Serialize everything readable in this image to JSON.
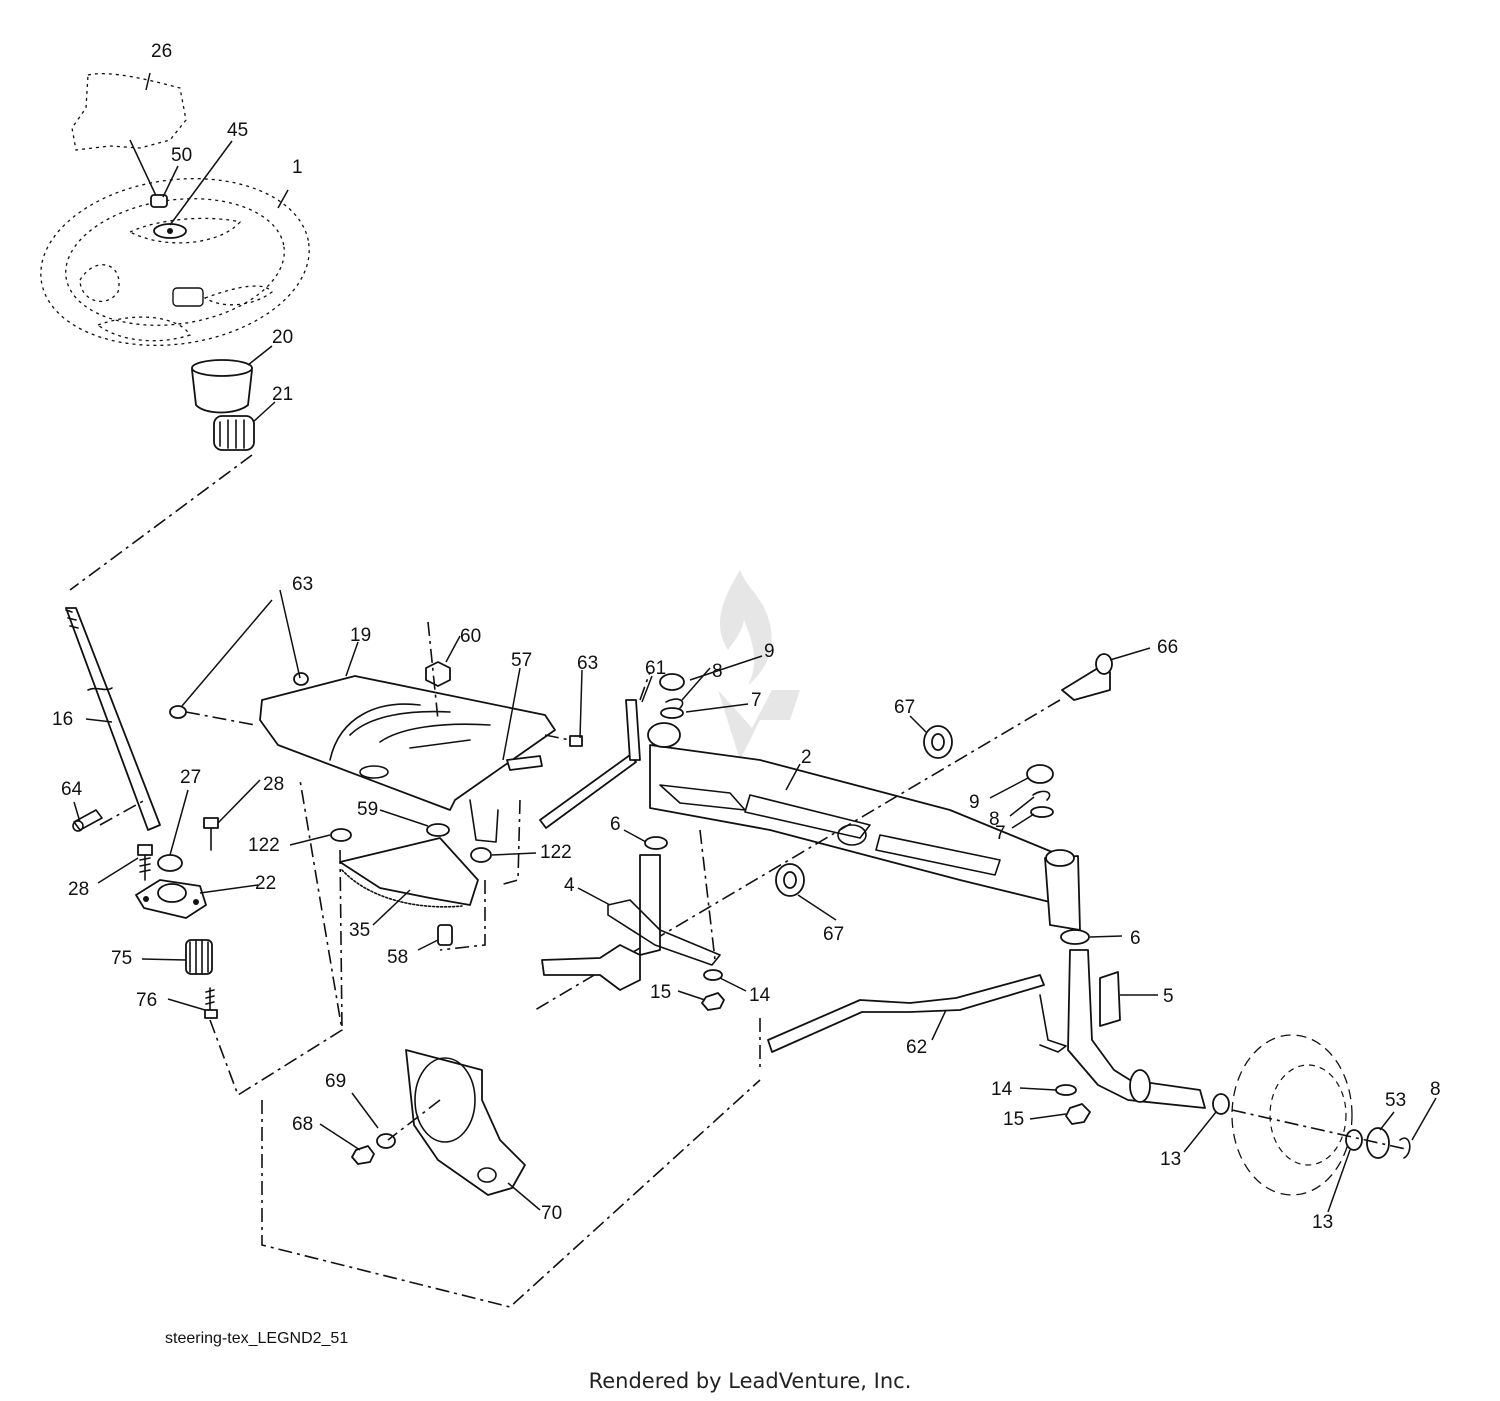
{
  "diagram": {
    "drawing_id": "steering-tex_LEGND2_51",
    "credit": "Rendered by LeadVenture, Inc.",
    "watermark_icon": "leadventure-flame-logo",
    "callouts": [
      {
        "id": "c26",
        "label": "26"
      },
      {
        "id": "c45",
        "label": "45"
      },
      {
        "id": "c50",
        "label": "50"
      },
      {
        "id": "c1",
        "label": "1"
      },
      {
        "id": "c20",
        "label": "20"
      },
      {
        "id": "c21",
        "label": "21"
      },
      {
        "id": "c63a",
        "label": "63"
      },
      {
        "id": "c19",
        "label": "19"
      },
      {
        "id": "c60",
        "label": "60"
      },
      {
        "id": "c57",
        "label": "57"
      },
      {
        "id": "c63b",
        "label": "63"
      },
      {
        "id": "c61",
        "label": "61"
      },
      {
        "id": "c9a",
        "label": "9"
      },
      {
        "id": "c66",
        "label": "66"
      },
      {
        "id": "c8a",
        "label": "8"
      },
      {
        "id": "c7a",
        "label": "7"
      },
      {
        "id": "c67a",
        "label": "67"
      },
      {
        "id": "c16",
        "label": "16"
      },
      {
        "id": "c2",
        "label": "2"
      },
      {
        "id": "c64",
        "label": "64"
      },
      {
        "id": "c27",
        "label": "27"
      },
      {
        "id": "c28a",
        "label": "28"
      },
      {
        "id": "c59",
        "label": "59"
      },
      {
        "id": "c9b",
        "label": "9"
      },
      {
        "id": "c8b",
        "label": "8"
      },
      {
        "id": "c7b",
        "label": "7"
      },
      {
        "id": "c6a",
        "label": "6"
      },
      {
        "id": "c122a",
        "label": "122"
      },
      {
        "id": "c122b",
        "label": "122"
      },
      {
        "id": "c22",
        "label": "22"
      },
      {
        "id": "c28b",
        "label": "28"
      },
      {
        "id": "c4",
        "label": "4"
      },
      {
        "id": "c35",
        "label": "35"
      },
      {
        "id": "c67b",
        "label": "67"
      },
      {
        "id": "c6b",
        "label": "6"
      },
      {
        "id": "c58",
        "label": "58"
      },
      {
        "id": "c75",
        "label": "75"
      },
      {
        "id": "c15a",
        "label": "15"
      },
      {
        "id": "c14a",
        "label": "14"
      },
      {
        "id": "c5",
        "label": "5"
      },
      {
        "id": "c76",
        "label": "76"
      },
      {
        "id": "c62",
        "label": "62"
      },
      {
        "id": "c69",
        "label": "69"
      },
      {
        "id": "c14b",
        "label": "14"
      },
      {
        "id": "c53",
        "label": "53"
      },
      {
        "id": "c8c",
        "label": "8"
      },
      {
        "id": "c15b",
        "label": "15"
      },
      {
        "id": "c68",
        "label": "68"
      },
      {
        "id": "c13a",
        "label": "13"
      },
      {
        "id": "c70",
        "label": "70"
      },
      {
        "id": "c13b",
        "label": "13"
      }
    ]
  }
}
